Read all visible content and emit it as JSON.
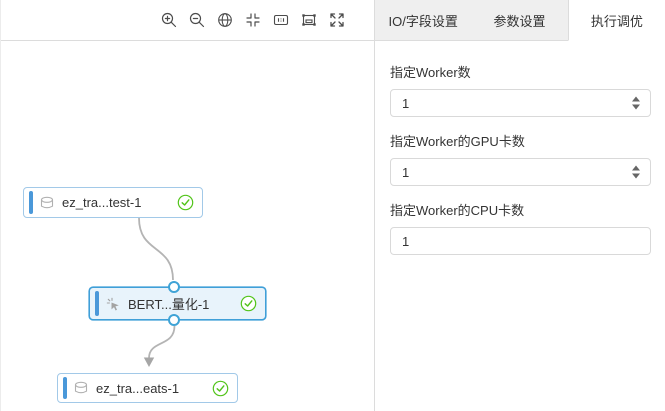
{
  "colors": {
    "node_border": "#a2c9e8",
    "node_selected_border": "#3f9fd8",
    "node_selected_bg": "#e8f3fb",
    "node_accent_bar": "#4a98d9",
    "port_border": "#3fa3d6",
    "edge": "#b4b4b4",
    "success_green": "#52c41a",
    "inactive_tab_bg": "#efefef",
    "divider": "#dcdcdc",
    "text": "#333333"
  },
  "toolbar": {
    "icons": [
      "zoom-in",
      "zoom-out",
      "globe",
      "center-view",
      "actual-size",
      "fit-view",
      "fullscreen"
    ]
  },
  "canvas": {
    "nodes": [
      {
        "label": "ez_tra...test-1",
        "icon": "dataset",
        "status": "success",
        "selected": false
      },
      {
        "label": "BERT...量化-1",
        "icon": "algorithm",
        "status": "success",
        "selected": true
      },
      {
        "label": "ez_tra...eats-1",
        "icon": "dataset",
        "status": "success",
        "selected": false
      }
    ],
    "edges": [
      {
        "from": "ez_tra...test-1",
        "to": "BERT...量化-1"
      },
      {
        "from": "BERT...量化-1",
        "to": "ez_tra...eats-1"
      }
    ]
  },
  "panel": {
    "tabs": [
      {
        "label": "IO/字段设置",
        "active": false
      },
      {
        "label": "参数设置",
        "active": false
      },
      {
        "label": "执行调优",
        "active": true
      }
    ],
    "fields": [
      {
        "label": "指定Worker数",
        "value": "1",
        "control": "stepper"
      },
      {
        "label": "指定Worker的GPU卡数",
        "value": "1",
        "control": "stepper"
      },
      {
        "label": "指定Worker的CPU卡数",
        "value": "1",
        "control": "text"
      }
    ]
  }
}
